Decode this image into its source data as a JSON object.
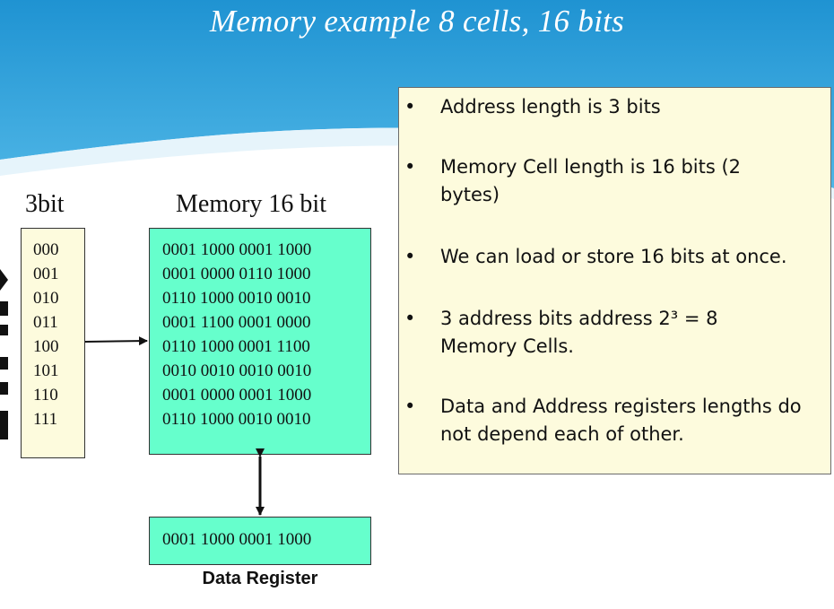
{
  "slide": {
    "title": "Memory example 8 cells, 16 bits",
    "bullet_symbol": "•",
    "bullets": [
      "Address length is 3 bits",
      "Memory Cell length is 16 bits (2 bytes)",
      "We can load or store 16 bits at once.",
      "3 address bits address  2³ = 8 Memory Cells.",
      "Data and Address registers lengths do not depend each of other."
    ]
  },
  "diagram": {
    "address_header": "3bit",
    "memory_header": "Memory 16 bit",
    "addresses": [
      "000",
      "001",
      "010",
      "011",
      "100",
      "101",
      "110",
      "111"
    ],
    "memory_cells": [
      "0001 1000 0001 1000",
      "0001 0000 0110 1000",
      "0110 1000 0010 0010",
      "0001 1100 0001 0000",
      "0110 1000 0001 1100",
      "0010 0010 0010 0010",
      "0001 0000 0001 1000",
      "0110 1000 0010 0010"
    ],
    "data_register_value": "0001 1000 0001 1000",
    "data_register_label": "Data Register"
  },
  "colors": {
    "sky_blue": "#2a9fd8",
    "box_cream": "#fdfbdd",
    "box_green": "#66ffcc"
  }
}
